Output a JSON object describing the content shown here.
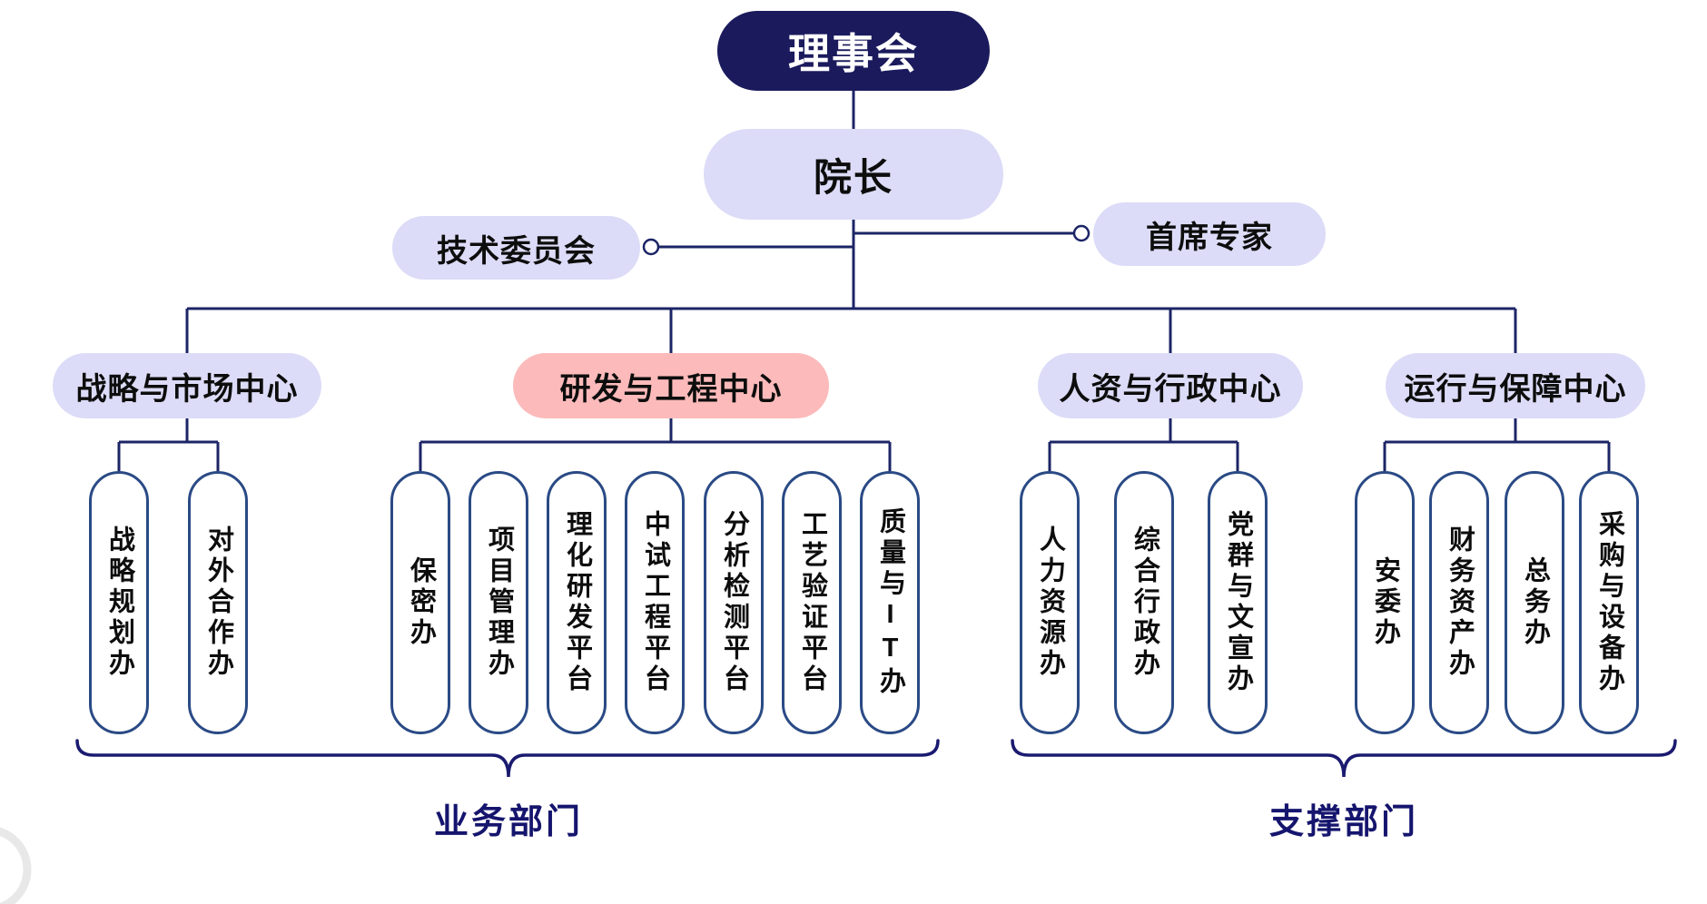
{
  "org": {
    "root": {
      "label": "理事会"
    },
    "president": {
      "label": "院长"
    },
    "tech_committee": {
      "label": "技术委员会"
    },
    "chief_expert": {
      "label": "首席专家"
    },
    "centers": [
      {
        "label": "战略与市场中心",
        "highlighted": false,
        "children": [
          "战略规划办",
          "对外合作办"
        ]
      },
      {
        "label": "研发与工程中心",
        "highlighted": true,
        "children": [
          "保密办",
          "项目管理办",
          "理化研发平台",
          "中试工程平台",
          "分析检测平台",
          "工艺验证平台",
          "质量与IT办"
        ]
      },
      {
        "label": "人资与行政中心",
        "highlighted": false,
        "children": [
          "人力资源办",
          "综合行政办",
          "党群与文宣办"
        ]
      },
      {
        "label": "运行与保障中心",
        "highlighted": false,
        "children": [
          "安委办",
          "财务资产办",
          "总务办",
          "采购与设备办"
        ]
      }
    ],
    "groups": [
      {
        "label": "业务部门"
      },
      {
        "label": "支撑部门"
      }
    ],
    "colors": {
      "root_bg": "#1a1a5c",
      "root_text": "#ffffff",
      "node_bg": "#dcdcf8",
      "highlight_bg": "#fcbaba",
      "node_text": "#0d0d0d",
      "connector": "#1c2566",
      "dept_border": "#2a4a85",
      "brace": "#1a1a70",
      "group_label_text": "#15156e"
    }
  }
}
